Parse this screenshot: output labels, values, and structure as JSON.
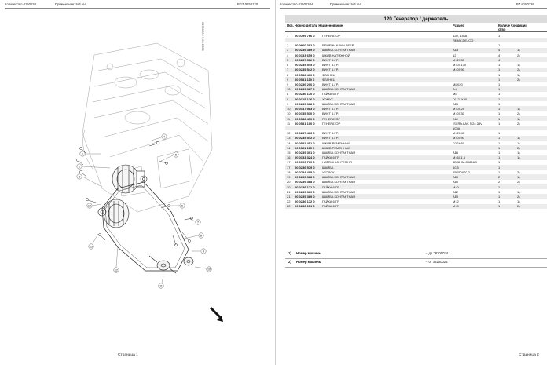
{
  "left_page": {
    "header": {
      "qty_label": "Количество 0150120",
      "note_label": "Примечание: %3 %4",
      "code": "BGZ 0150120"
    },
    "side_code": "0150120 / 7.03.2006",
    "footer": "Страница 1",
    "arrow_icon": "arrow-down-right-icon"
  },
  "right_page": {
    "header": {
      "qty_label": "Количество 0150120A",
      "note_label": "Примечание: %3 %4",
      "code": "BZ 0150120"
    },
    "title": "120 Генератор / держатель",
    "columns": {
      "pos": "Поз.",
      "part": "Номер детали Наименование",
      "size": "Размер",
      "qty": "Количе Кондиция",
      "qty2": "ство"
    },
    "rows": [
      {
        "pos": "1",
        "part": "00 0799 766 0",
        "name": "ГЕНЕРАТОР",
        "size": "12V, 135A,",
        "qty": "1",
        "note": ""
      },
      {
        "pos": "",
        "part": "",
        "name": "",
        "size": "REMY-DELCO",
        "qty": "",
        "note": ""
      },
      {
        "pos": "7",
        "part": "00 0660 382 0",
        "name": "РЕМЕНЬ КЛИН.РЕБР.",
        "size": "",
        "qty": "1",
        "note": ""
      },
      {
        "pos": "3",
        "part": "00 0239 389 0",
        "name": "ШАЙБА КОНТАКТНАЯ",
        "size": "A13",
        "qty": "4",
        "note": "1)"
      },
      {
        "pos": "4",
        "part": "00 0333 659 0",
        "name": "ШКИВ НАТЯЖНОЙ",
        "size": "12",
        "qty": "4",
        "note": "2)"
      },
      {
        "pos": "5",
        "part": "00 0237 372 0",
        "name": "ВИНТ 6-ГР.",
        "size": "M12X35",
        "qty": "4",
        "note": ""
      },
      {
        "pos": "6",
        "part": "00 0235 545 0",
        "name": "ВИНТ 6-ГР.",
        "size": "M10X130",
        "qty": "1",
        "note": "1)"
      },
      {
        "pos": "7",
        "part": "00 0235 542 0",
        "name": "ВИНТ 6-ГР.",
        "size": "M10X90",
        "qty": "1",
        "note": "2)"
      },
      {
        "pos": "8",
        "part": "00 0582 460 0",
        "name": "ФЛАНЕЦ",
        "size": "",
        "qty": "1",
        "note": "1)"
      },
      {
        "pos": "9",
        "part": "00 0581 110 0",
        "name": "ФЛАНЕЦ",
        "size": "",
        "qty": "1",
        "note": "2)"
      },
      {
        "pos": "9",
        "part": "00 0236 200 0",
        "name": "ВИНТ 6-ГР.",
        "size": "M8X20",
        "qty": "1",
        "note": ""
      },
      {
        "pos": "10",
        "part": "00 0239 387 0",
        "name": "ШАЙБА КОНТАКТНАЯ",
        "size": "A 8",
        "qty": "1",
        "note": ""
      },
      {
        "pos": "8",
        "part": "00 0236 170 0",
        "name": "ГАЙКА 6-ГР.",
        "size": "M8",
        "qty": "1",
        "note": ""
      },
      {
        "pos": "8",
        "part": "00 0315 126 0",
        "name": "ХОМУТ",
        "size": "D1-21X20",
        "qty": "1",
        "note": ""
      },
      {
        "pos": "9",
        "part": "00 0239 388 0",
        "name": "ШАЙБА КОНТАКТНАЯ",
        "size": "A10",
        "qty": "1",
        "note": ""
      },
      {
        "pos": "10",
        "part": "00 0337 983 0",
        "name": "ВИНТ 6-ГР.",
        "size": "M10X25",
        "qty": "1",
        "note": "1)"
      },
      {
        "pos": "10",
        "part": "00 0335 530 0",
        "name": "ВИНТ 6-ГР.",
        "size": "M10X30",
        "qty": "1",
        "note": "2)"
      },
      {
        "pos": "11",
        "part": "00 0582 450 0",
        "name": "ГЕНЕРАТОР",
        "size": "24V",
        "qty": "1",
        "note": "1)"
      },
      {
        "pos": "11",
        "part": "00 0581 100 0",
        "name": "ГЕНЕРАТОР",
        "size": "ISKRA AAK 5/24 28V",
        "qty": "1",
        "note": "2)"
      },
      {
        "pos": "",
        "part": "",
        "name": "",
        "size": "100A",
        "qty": "",
        "note": ""
      },
      {
        "pos": "12",
        "part": "00 0237 463 0",
        "name": "ВИНТ 6-ГР.",
        "size": "M12X40",
        "qty": "1",
        "note": ""
      },
      {
        "pos": "13",
        "part": "00 0235 542 0",
        "name": "ВИНТ 6-ГР.",
        "size": "M10X90",
        "qty": "1",
        "note": "1)"
      },
      {
        "pos": "14",
        "part": "00 0582 451 0",
        "name": "ШКИВ РЕМЕННЫЙ",
        "size": "D70X49",
        "qty": "1",
        "note": "1)"
      },
      {
        "pos": "14",
        "part": "00 0581 115 0",
        "name": "ШКИВ РЕМЕННЫЙ",
        "size": "",
        "qty": "1",
        "note": "2)"
      },
      {
        "pos": "15",
        "part": "00 0239 391 0",
        "name": "ШАЙБА КОНТАКТНАЯ",
        "size": "A16",
        "qty": "1",
        "note": "1)"
      },
      {
        "pos": "16",
        "part": "00 0333 324 0",
        "name": "ГАЙКА 6-ГР.",
        "size": "M16X1,5",
        "qty": "1",
        "note": "1)"
      },
      {
        "pos": "17",
        "part": "00 0799 769 0",
        "name": "НАТЯЖНИК РЕМНЯ",
        "size": "3BJ8HM-5082AD",
        "qty": "1",
        "note": ""
      },
      {
        "pos": "17",
        "part": "00 0236 579 0",
        "name": "ШАЙБА",
        "size": "10,5",
        "qty": "1",
        "note": ""
      },
      {
        "pos": "18",
        "part": "00 0754 485 0",
        "name": "УГОЛОК",
        "size": "25X50X20,2",
        "qty": "1",
        "note": "2)"
      },
      {
        "pos": "19",
        "part": "00 0239 388 0",
        "name": "ШАЙБА КОНТАКТНАЯ",
        "size": "A10",
        "qty": "2",
        "note": "1)"
      },
      {
        "pos": "20",
        "part": "00 0239 388 0",
        "name": "ШАЙБА КОНТАКТНАЯ",
        "size": "A10",
        "qty": "2",
        "note": "2)"
      },
      {
        "pos": "20",
        "part": "00 0236 171 0",
        "name": "ГАЙКА 6-ГР.",
        "size": "M10",
        "qty": "1",
        "note": ""
      },
      {
        "pos": "21",
        "part": "00 0239 389 0",
        "name": "ШАЙБА КОНТАКТНАЯ",
        "size": "A12",
        "qty": "1",
        "note": "1)"
      },
      {
        "pos": "21",
        "part": "00 0239 389 0",
        "name": "ШАЙБА КОНТАКТНАЯ",
        "size": "A10",
        "qty": "1",
        "note": "2)"
      },
      {
        "pos": "22",
        "part": "00 0236 172 0",
        "name": "ГАЙКА 6-ГР.",
        "size": "M12",
        "qty": "1",
        "note": "1)"
      },
      {
        "pos": "22",
        "part": "00 0236 171 0",
        "name": "ГАЙКА 6-ГР.",
        "size": "M10",
        "qty": "1",
        "note": "2)"
      }
    ],
    "machine_notes": [
      {
        "key": "1)",
        "label": "Номер машины",
        "value": "– до 78200024"
      },
      {
        "key": "2)",
        "label": "Номер машины",
        "value": "– от 78200025"
      }
    ],
    "footer": "Страница 2"
  }
}
